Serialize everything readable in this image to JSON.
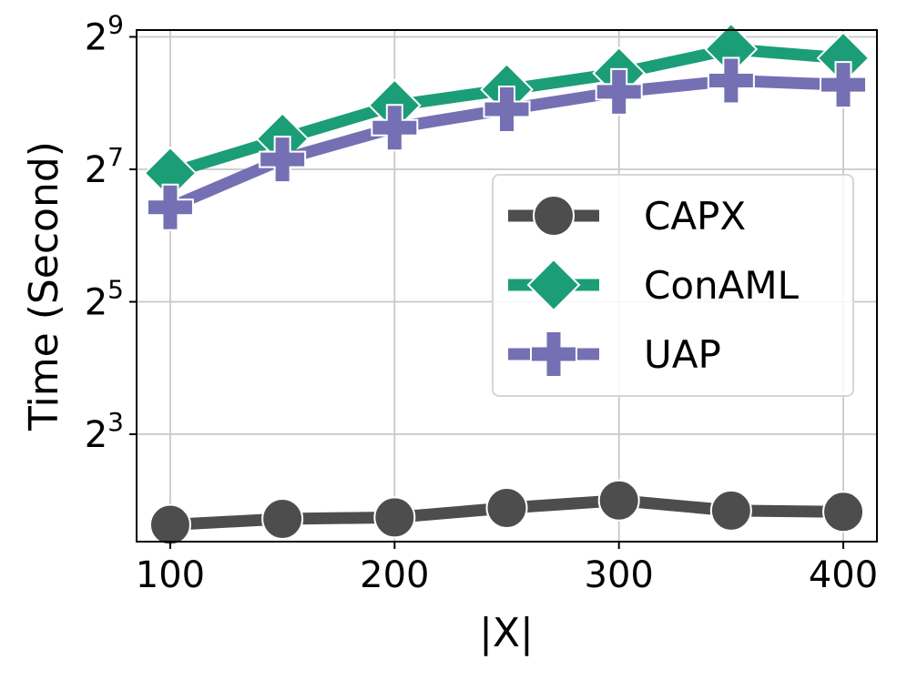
{
  "chart_data": {
    "type": "line",
    "xlabel": "|X|",
    "ylabel": "Time (Second)",
    "x": [
      100,
      150,
      200,
      250,
      300,
      350,
      400
    ],
    "xlim": [
      85,
      415
    ],
    "xticks": [
      100,
      200,
      300,
      400
    ],
    "xtick_labels": [
      "100",
      "200",
      "300",
      "400"
    ],
    "yscale": "log2",
    "ylim": [
      2.6,
      550
    ],
    "yticks": [
      {
        "base": "2",
        "exp": "3",
        "value": 8
      },
      {
        "base": "2",
        "exp": "5",
        "value": 32
      },
      {
        "base": "2",
        "exp": "7",
        "value": 128
      },
      {
        "base": "2",
        "exp": "9",
        "value": 512
      }
    ],
    "grid": true,
    "legend_position": "center-right",
    "series": [
      {
        "name": "CAPX",
        "color": "#4d4d4d",
        "marker": "circle",
        "values": [
          3.1,
          3.3,
          3.35,
          3.7,
          4.0,
          3.6,
          3.55
        ]
      },
      {
        "name": "ConAML",
        "color": "#1b9e77",
        "marker": "diamond",
        "values": [
          123,
          176,
          250,
          295,
          350,
          450,
          410
        ]
      },
      {
        "name": "UAP",
        "color": "#7570b3",
        "marker": "plus",
        "values": [
          86,
          142,
          198,
          240,
          288,
          324,
          310
        ]
      }
    ]
  }
}
